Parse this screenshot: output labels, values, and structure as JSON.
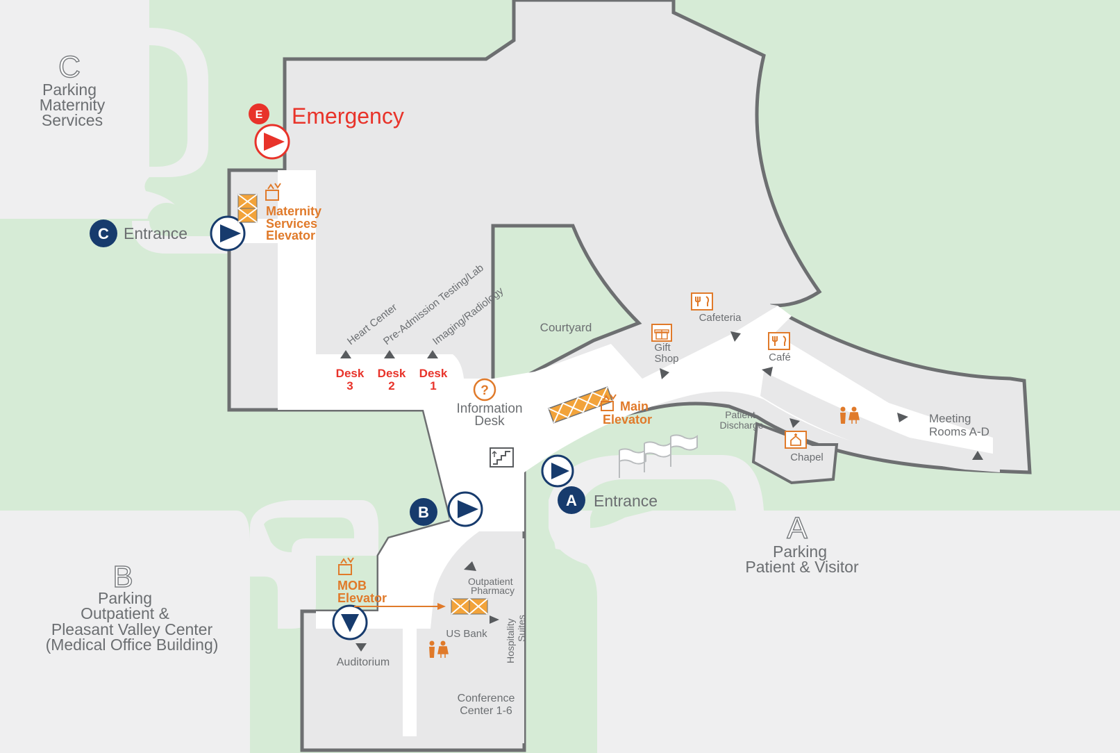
{
  "colors": {
    "grass": "#d6ebd6",
    "building": "#e8e8e9",
    "outline": "#6d6f71",
    "corridor": "#ffffff",
    "parking": "#efeff0",
    "accent_orange": "#e07a2a",
    "emergency_red": "#e8332a",
    "entrance_navy": "#173b6d"
  },
  "emergency": {
    "badge": "E",
    "label": "Emergency"
  },
  "parking_c": {
    "letter": "C",
    "line1": "Parking",
    "line2": "Maternity",
    "line3": "Services"
  },
  "parking_a": {
    "letter": "A",
    "line1": "Parking",
    "line2": "Patient & Visitor"
  },
  "parking_b": {
    "letter": "B",
    "line1": "Parking",
    "line2": "Outpatient &",
    "line3": "Pleasant Valley Center",
    "line4": "(Medical Office Building)"
  },
  "entrances": {
    "c": {
      "badge": "C",
      "label": "Entrance"
    },
    "a": {
      "badge": "A",
      "label": "Entrance"
    },
    "b": {
      "badge": "B"
    }
  },
  "elevators": {
    "maternity": {
      "line1": "Maternity",
      "line2": "Services",
      "line3": "Elevator"
    },
    "main": {
      "line1": "Main",
      "line2": "Elevator"
    },
    "mob": {
      "line1": "MOB",
      "line2": "Elevator"
    }
  },
  "departments": {
    "heart": "Heart Center",
    "preadmission": "Pre-Admission Testing/Lab",
    "imaging": "Imaging/Radiology"
  },
  "desks": [
    {
      "word": "Desk",
      "num": "3"
    },
    {
      "word": "Desk",
      "num": "2"
    },
    {
      "word": "Desk",
      "num": "1"
    }
  ],
  "info_desk": {
    "icon": "?",
    "line1": "Information",
    "line2": "Desk"
  },
  "rooms": {
    "courtyard": "Courtyard",
    "gift_line1": "Gift",
    "gift_line2": "Shop",
    "cafeteria": "Cafeteria",
    "cafe": "Café",
    "meeting_line1": "Meeting",
    "meeting_line2": "Rooms A-D",
    "discharge_line1": "Patient",
    "discharge_line2": "Discharge",
    "chapel": "Chapel",
    "pharmacy_line1": "Outpatient",
    "pharmacy_line2": "Pharmacy",
    "bank": "US Bank",
    "hospitality_line1": "Hospitality",
    "hospitality_line2": "Suites",
    "auditorium": "Auditorium",
    "conference_line1": "Conference",
    "conference_line2": "Center 1-6"
  }
}
